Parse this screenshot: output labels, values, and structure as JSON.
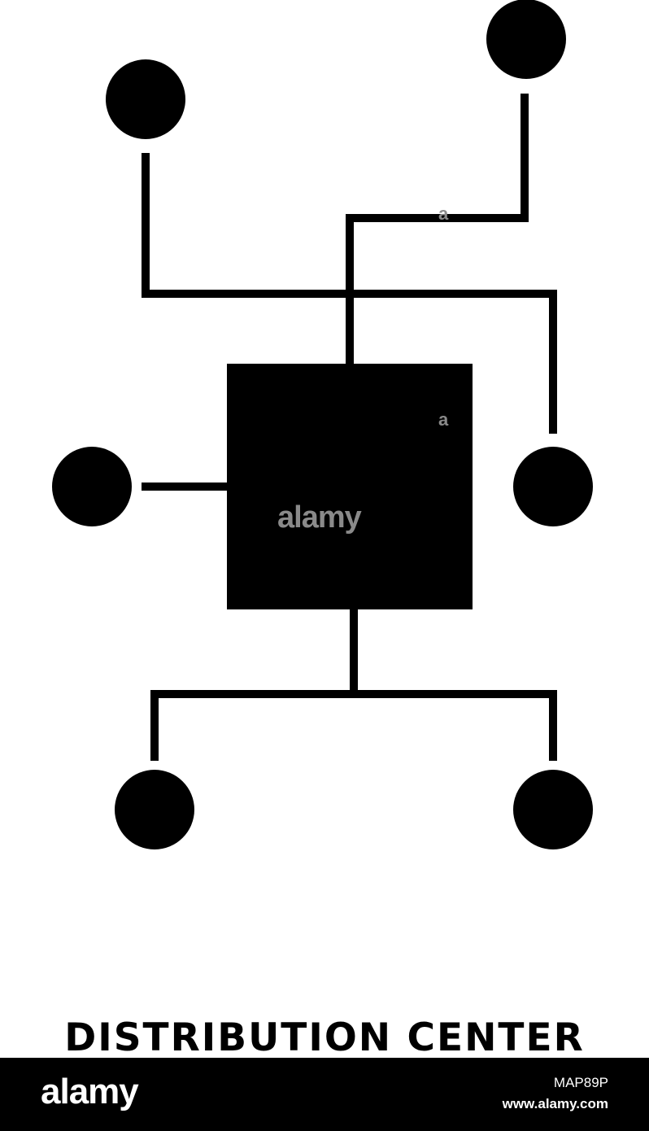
{
  "icon": {
    "name": "distribution-center-icon",
    "color": "#000000"
  },
  "watermark": {
    "brand": "alamy",
    "small_mark": "a",
    "color": "#8a8a8a"
  },
  "caption": {
    "text": "DISTRIBUTION CENTER"
  },
  "footer": {
    "brand": "alamy",
    "image_id": "MAP89P",
    "url": "www.alamy.com",
    "background": "#000000"
  }
}
